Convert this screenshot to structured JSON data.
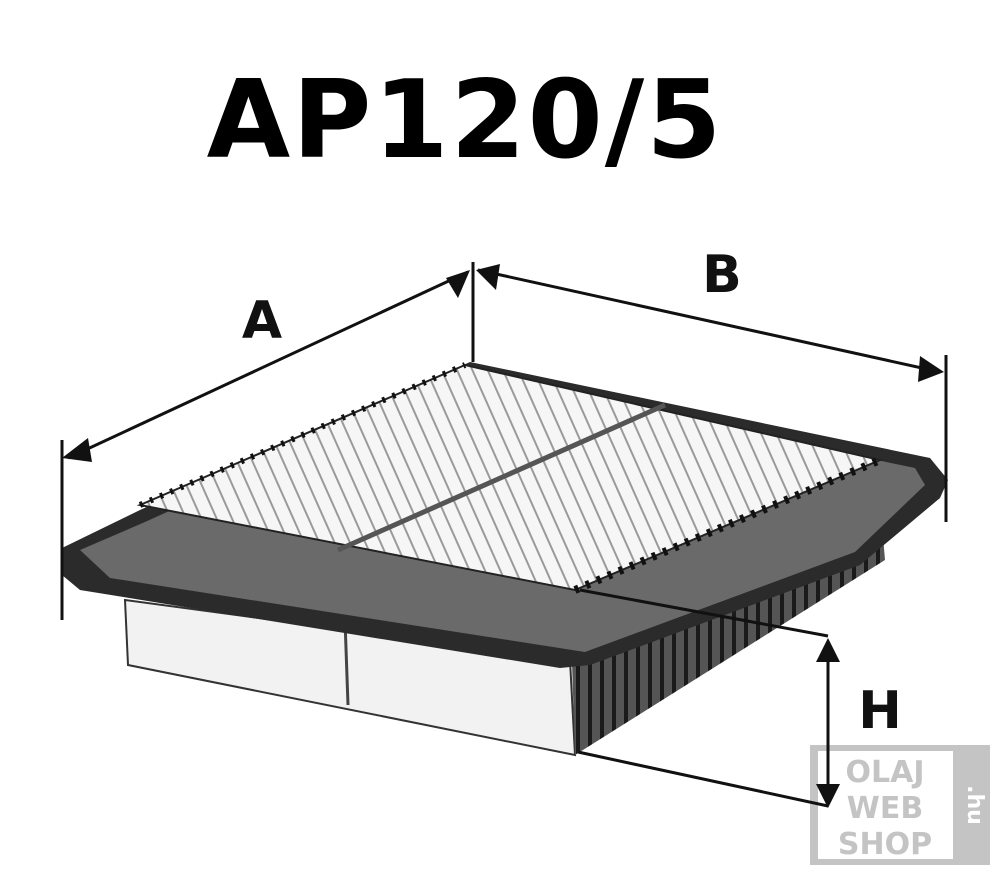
{
  "title": "AP120/5",
  "dimensions": {
    "a": "A",
    "b": "B",
    "h": "H"
  },
  "watermark": {
    "line1": "OLAJ",
    "line2": "WEB",
    "line3": "SHOP",
    "tld": ".hu"
  },
  "colors": {
    "line": "#111111",
    "frame": "#2a2a2a",
    "media": "#f4f4f4",
    "watermark": "#c4c4c4"
  }
}
